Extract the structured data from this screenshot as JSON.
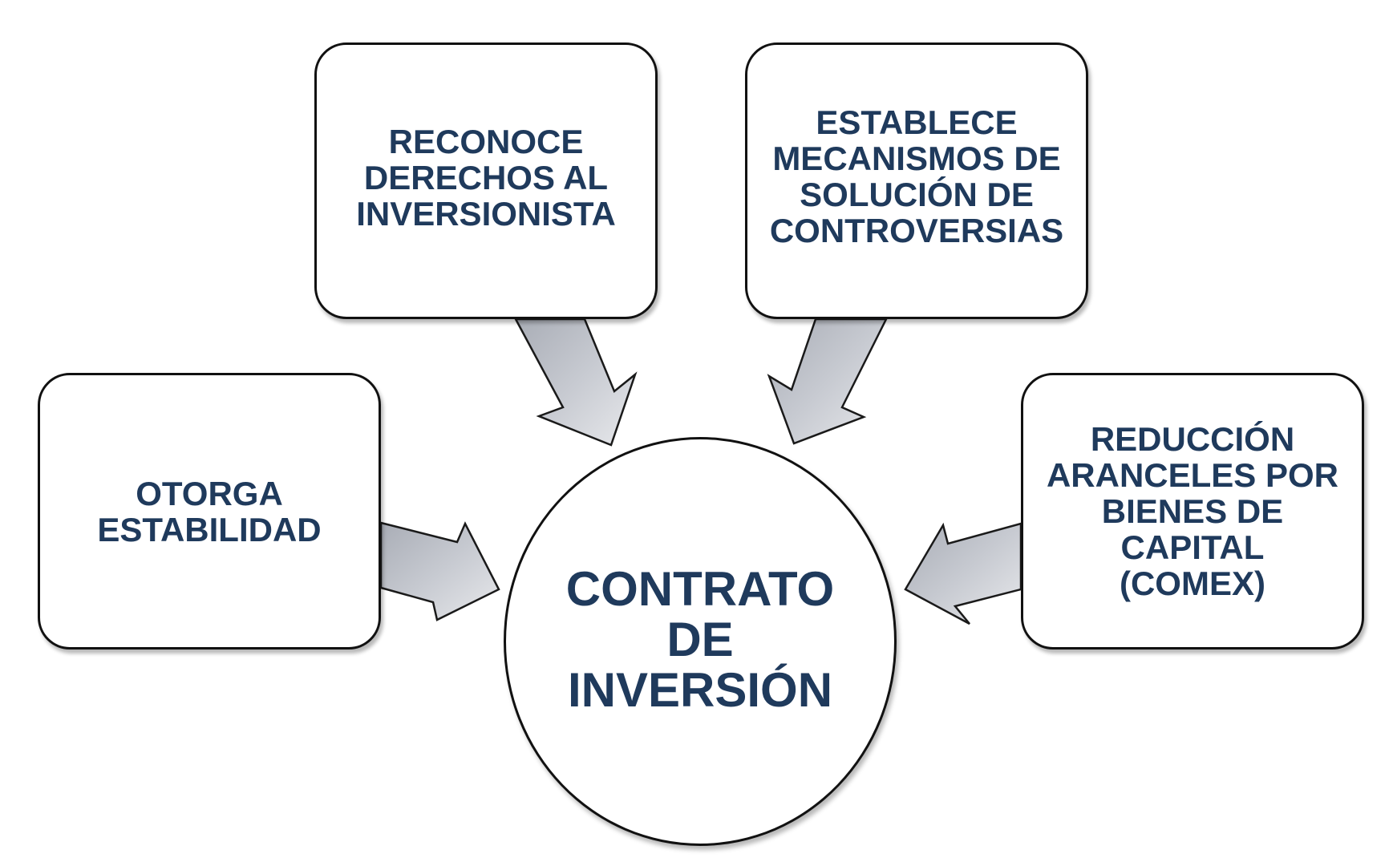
{
  "diagram": {
    "center": {
      "label": "CONTRATO\nDE\nINVERSIÓN"
    },
    "nodes": [
      {
        "id": "left",
        "label": "OTORGA\nESTABILIDAD"
      },
      {
        "id": "top_left",
        "label": "RECONOCE\nDERECHOS AL\nINVERSIONISTA"
      },
      {
        "id": "top_right",
        "label": "ESTABLECE\nMECANISMOS DE\nSOLUCIÓN DE\nCONTROVERSIAS"
      },
      {
        "id": "right",
        "label": "REDUCCIÓN\nARANCELES POR\nBIENES DE\nCAPITAL\n(COMEX)"
      }
    ]
  },
  "colors": {
    "text": "#1f3a5c",
    "border": "#111111",
    "arrow_fill": "#b9bcc4",
    "arrow_stroke": "#1a1a1a"
  }
}
